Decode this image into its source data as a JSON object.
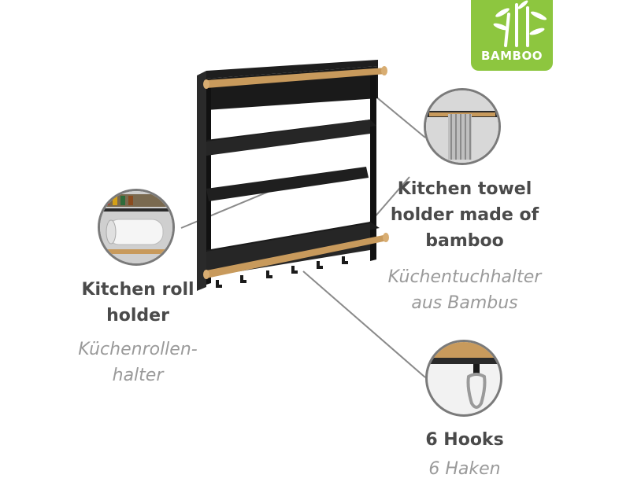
{
  "badge": {
    "label": "BAMBOO",
    "color": "#8dc63f"
  },
  "callouts": {
    "towel": {
      "title_lines": [
        "Kitchen towel",
        "holder made of",
        "bamboo"
      ],
      "subtitle_lines": [
        "Küchentuchhalter",
        "aus Bambus"
      ]
    },
    "roll": {
      "title_lines": [
        "Kitchen roll",
        "holder"
      ],
      "subtitle_lines": [
        "Küchenrollen-",
        "halter"
      ]
    },
    "hooks": {
      "title_lines": [
        "6 Hooks"
      ],
      "subtitle_lines": [
        "6 Haken"
      ]
    }
  },
  "colors": {
    "metal": "#1f1f1f",
    "bamboo": "#c89a5c",
    "text": "#4a4a4a",
    "subtext": "#9a9a9a"
  }
}
